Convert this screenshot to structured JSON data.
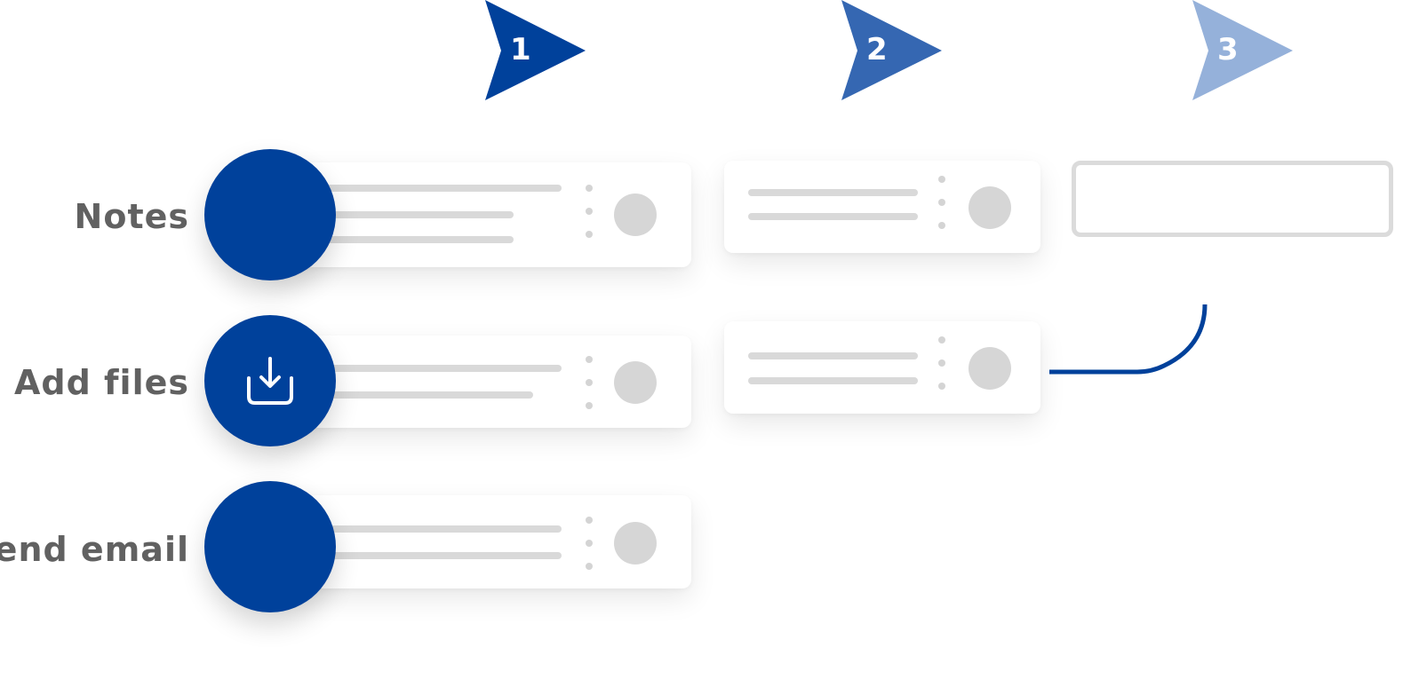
{
  "colors": {
    "primary": "#00419b",
    "step_1": "#00419b",
    "step_2": "#3567b2",
    "step_3": "#95b1da",
    "placeholder_gray": "#d9d9d9",
    "label_gray": "#616161"
  },
  "steps": [
    {
      "number": "1"
    },
    {
      "number": "2"
    },
    {
      "number": "3"
    }
  ],
  "rows": [
    {
      "label": "Notes"
    },
    {
      "label": "Add files",
      "icon": "download-icon"
    },
    {
      "label": "Send email"
    }
  ]
}
